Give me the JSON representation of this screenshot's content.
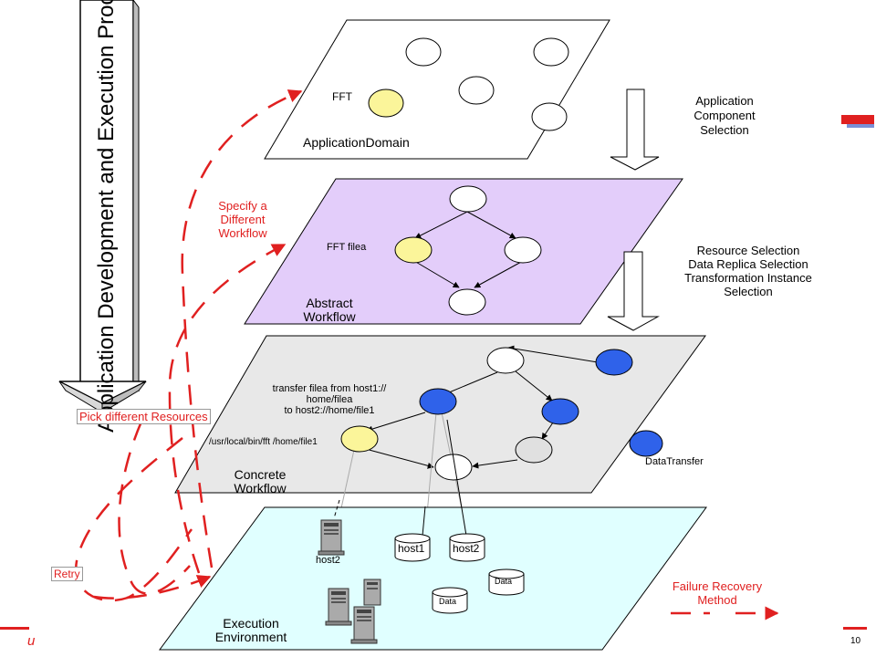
{
  "side_arrow": {
    "label": "Application Development and Execution Process"
  },
  "layers": {
    "application_domain": {
      "label": "ApplicationDomain",
      "fft_label": "FFT"
    },
    "abstract_workflow": {
      "label_line1": "Abstract",
      "label_line2": "Workflow",
      "node_label": "FFT filea"
    },
    "concrete_workflow": {
      "label_line1": "Concrete",
      "label_line2": "Workflow",
      "transfer_line1": "transfer filea from host1://",
      "transfer_line2": "home/filea",
      "transfer_line3": "to host2://home/file1",
      "exec_label": "/usr/local/bin/fft /home/file1",
      "legend_label": "DataTransfer"
    },
    "execution_environment": {
      "label_line1": "Execution",
      "label_line2": "Environment",
      "host2_server": "host2",
      "host1_disk": "host1",
      "host2_disk": "host2",
      "data_disk_1": "Data",
      "data_disk_2": "Data"
    }
  },
  "step_labels": {
    "step1": [
      "Application",
      "Component",
      "Selection"
    ],
    "step2": [
      "Resource Selection",
      "Data Replica Selection",
      "Transformation Instance",
      "Selection"
    ]
  },
  "feedback": {
    "specify": [
      "Specify a",
      "Different",
      "Workflow"
    ],
    "pick": "Pick different Resources",
    "retry": "Retry",
    "failure": [
      "Failure Recovery",
      "Method"
    ]
  },
  "footer": {
    "page_number": "10",
    "left_char": "u"
  },
  "colors": {
    "red": "#e02020",
    "yellow_node": "#fbf59a",
    "blue_node": "#2f62ea",
    "abstract_fill": "#e3cdfa",
    "concrete_fill": "#e8e8e8",
    "execution_fill": "#e0ffff"
  }
}
